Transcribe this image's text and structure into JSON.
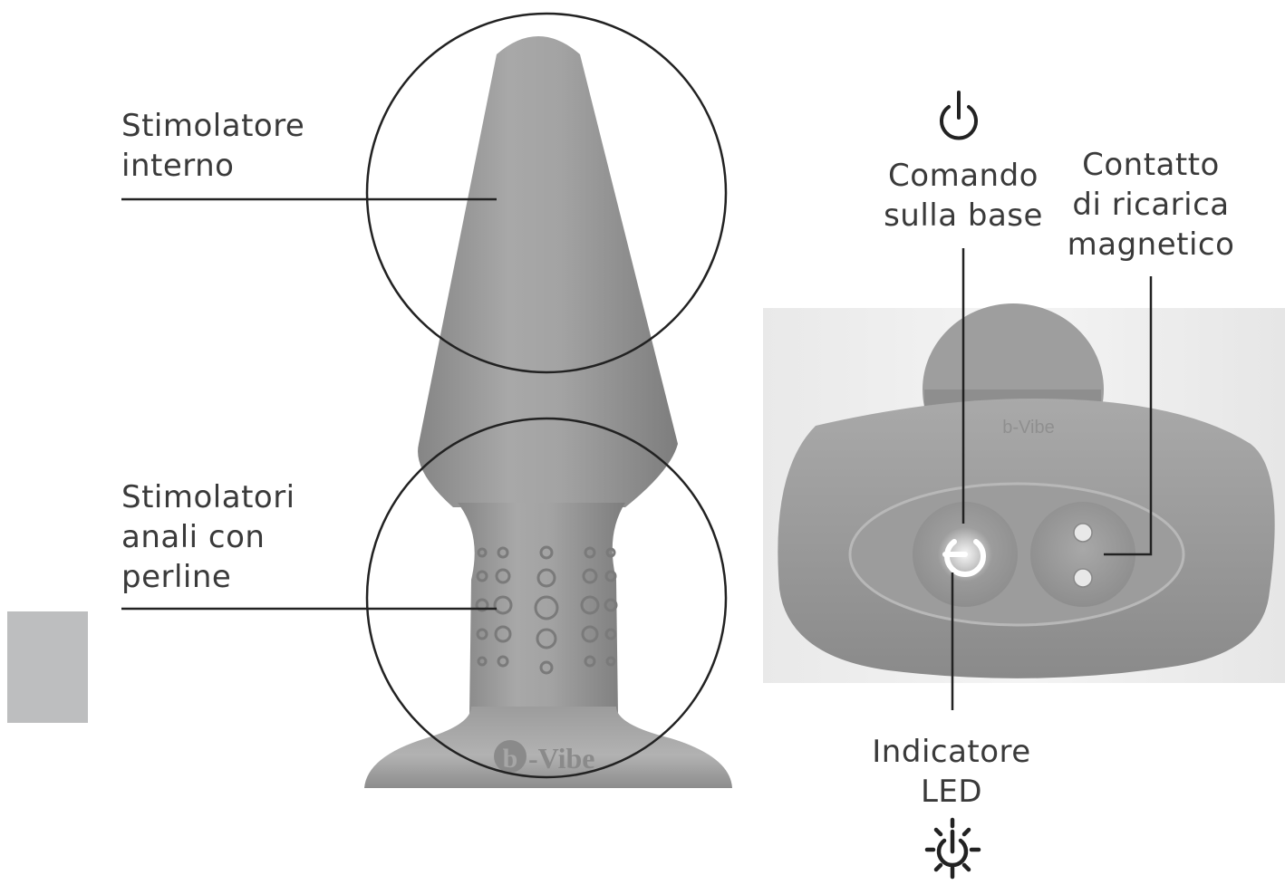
{
  "labels": {
    "internal_stimulator": [
      "Stimolatore",
      "interno"
    ],
    "beaded_stimulators": [
      "Stimolatori",
      "anali con",
      "perline"
    ],
    "base_control": [
      "Comando",
      "sulla base"
    ],
    "magnetic_charging": [
      "Contatto",
      "di ricarica",
      "magnetico"
    ],
    "led_indicator": [
      "Indicatore",
      "LED"
    ]
  },
  "brand": {
    "logo_letter": "b",
    "logo_text": "-Vibe",
    "base_logo_text": "b-Vibe"
  },
  "icons": {
    "power": "power-icon",
    "led": "led-light-icon"
  },
  "colors": {
    "product": "#9a9a9a",
    "product_dark": "#7e7e7e",
    "product_light": "#b5b5b5",
    "line": "#222222",
    "tab": "#bdbebf"
  }
}
